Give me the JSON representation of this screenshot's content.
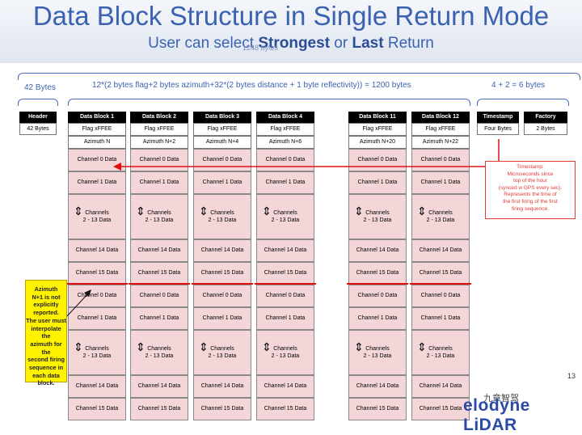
{
  "title": "Data Block Structure in Single Return Mode",
  "subtitle": {
    "pre": "User can select ",
    "strong": "Strongest",
    "mid": " or ",
    "last": "Last",
    "post": " Return"
  },
  "bytes_top": "1248 bytes",
  "bytes_header": "42 Bytes",
  "formula": "12*(2 bytes flag+2 bytes azimuth+32*(2 bytes distance + 1 byte reflectivity)) = 1200 bytes",
  "bytes_tail": "4 + 2 = 6  bytes",
  "header_col": {
    "label": "Header",
    "value": "42 Bytes"
  },
  "blocks": [
    {
      "label": "Data Block 1",
      "flag": "Flag xFFEE",
      "azimuth": "Azimuth N"
    },
    {
      "label": "Data Block 2",
      "flag": "Flag xFFEE",
      "azimuth": "Azimuth N+2"
    },
    {
      "label": "Data Block 3",
      "flag": "Flag xFFEE",
      "azimuth": "Azimuth N+4"
    },
    {
      "label": "Data Block 4",
      "flag": "Flag xFFEE",
      "azimuth": "Azimuth N+6"
    },
    {
      "label": "Data Block 11",
      "flag": "Flag xFFEE",
      "azimuth": "Azimuth N+20"
    },
    {
      "label": "Data Block 12",
      "flag": "Flag xFFEE",
      "azimuth": "Azimuth N+22"
    }
  ],
  "channels": {
    "ch0": "Channel 0 Data",
    "ch1": "Channel 1 Data",
    "mid_line1": "Channels",
    "mid_line2": "2 - 13 Data",
    "ch14": "Channel 14 Data",
    "ch15": "Channel 15 Data"
  },
  "timestamp_col": {
    "label": "Timestamp",
    "value": "Four Bytes"
  },
  "factory_col": {
    "label": "Factory",
    "value": "2 Bytes"
  },
  "timestamp_note": [
    "Timestamp:",
    "Microseconds since",
    "top of the hour",
    "(synced w GPS every sec).",
    "Represents the time of",
    "the first firing of the first",
    "firing sequence."
  ],
  "azimuth_note": [
    "Azimuth",
    "N+1 is not",
    "explicitly",
    "reported.",
    "The user must",
    "interpolate the",
    "azimuth for the",
    "second firing",
    "sequence in",
    "each data",
    "block."
  ],
  "page_number": "13",
  "brand": "elodyne LiDAR",
  "watermark": "九章智驾",
  "colors": {
    "title": "#3a62b0",
    "accent_red": "#e01010",
    "cell_pink": "#f4d6d9",
    "note_yellow": "#fff200"
  }
}
